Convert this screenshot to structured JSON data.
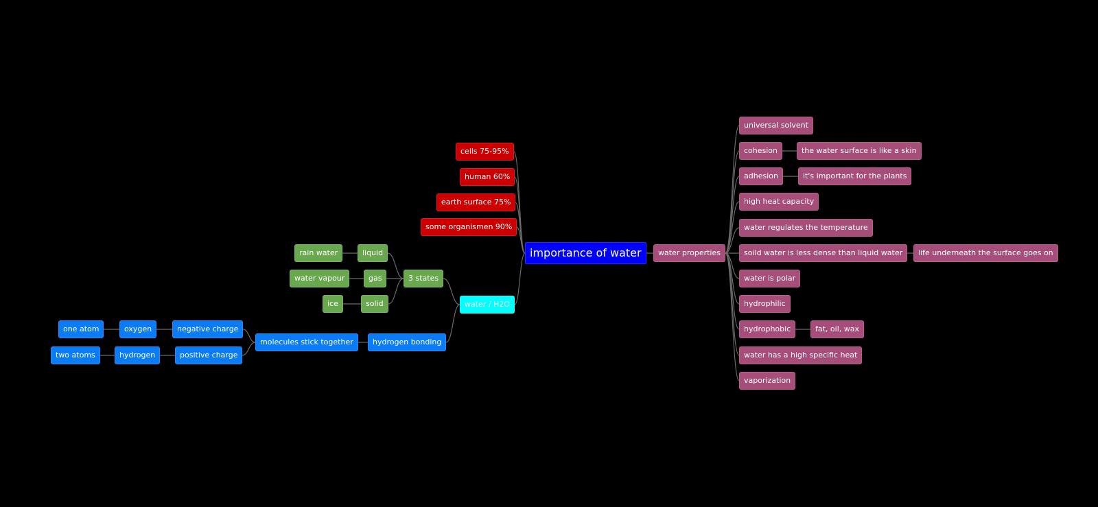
{
  "root": {
    "label": "importance of water",
    "color": "#0000ff"
  },
  "colors": {
    "red": "#cc0000",
    "cyan": "#00ffff",
    "green": "#6aa84f",
    "blue": "#0b7cf5",
    "magenta": "#a64d79",
    "edge": "#6b6b6b"
  },
  "left_red": [
    {
      "label": "cells 75-95%"
    },
    {
      "label": "human 60%"
    },
    {
      "label": "earth surface 75%"
    },
    {
      "label": "some organismen 90%"
    }
  ],
  "water_h2o": {
    "label": "water / H2O"
  },
  "states": {
    "label": "3 states",
    "liquid": {
      "label": "liquid",
      "child": "rain water"
    },
    "gas": {
      "label": "gas",
      "child": "water vapour"
    },
    "solid": {
      "label": "solid",
      "child": "ice"
    }
  },
  "bonding": {
    "hydrogen_bonding": "hydrogen bonding",
    "molecules": "molecules stick together",
    "negative_charge": "negative charge",
    "oxygen": "oxygen",
    "one_atom": "one atom",
    "positive_charge": "positive charge",
    "hydrogen": "hydrogen",
    "two_atoms": "two atoms"
  },
  "properties": {
    "label": "water properties",
    "items": [
      {
        "label": "universal solvent"
      },
      {
        "label": "cohesion",
        "child": "the water surface is like a skin"
      },
      {
        "label": "adhesion",
        "child": "it's important for the plants"
      },
      {
        "label": "high heat capacity"
      },
      {
        "label": "water regulates the temperature"
      },
      {
        "label": "soild water is less dense than liquid water",
        "child": "life underneath the surface goes on"
      },
      {
        "label": "water is polar"
      },
      {
        "label": "hydrophilic"
      },
      {
        "label": "hydrophobic",
        "child": "fat, oil, wax"
      },
      {
        "label": "water has a high specific heat"
      },
      {
        "label": "vaporization"
      }
    ]
  }
}
